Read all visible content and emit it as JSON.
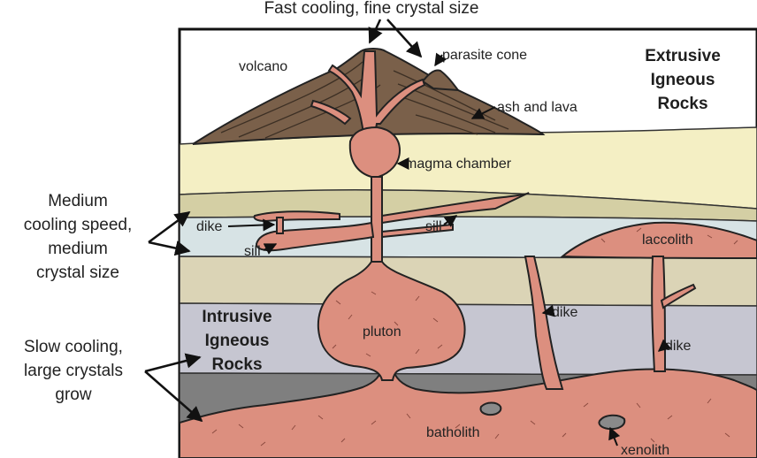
{
  "top_caption": "Fast cooling, fine crystal size",
  "left_labels": {
    "medium": [
      "Medium",
      "cooling speed,",
      "medium",
      "crystal size"
    ],
    "slow": [
      "Slow cooling,",
      "large crystals",
      "grow"
    ]
  },
  "headings": {
    "extrusive": [
      "Extrusive",
      "Igneous",
      "Rocks"
    ],
    "intrusive": [
      "Intrusive",
      "Igneous",
      "Rocks"
    ]
  },
  "labels": {
    "volcano": "volcano",
    "parasite_cone": "parasite cone",
    "ash_and_lava": "ash and lava",
    "magma_chamber": "magma chamber",
    "dike_left": "dike",
    "sill_left": "sill",
    "sill_mid": "sill",
    "laccolith": "laccolith",
    "pluton": "pluton",
    "dike_mid": "dike",
    "dike_right": "dike",
    "batholith": "batholith",
    "xenolith": "xenolith"
  },
  "colors": {
    "magma": "#dc8f7f",
    "volcano": "#7a604a",
    "layer_pale_yellow": "#f4efc4",
    "layer_olive": "#d4cfa4",
    "layer_light_blue": "#d7e3e5",
    "layer_tan": "#dbd4b6",
    "layer_grey_lilac": "#c6c6d1",
    "layer_dark_grey": "#7f7f7f"
  }
}
